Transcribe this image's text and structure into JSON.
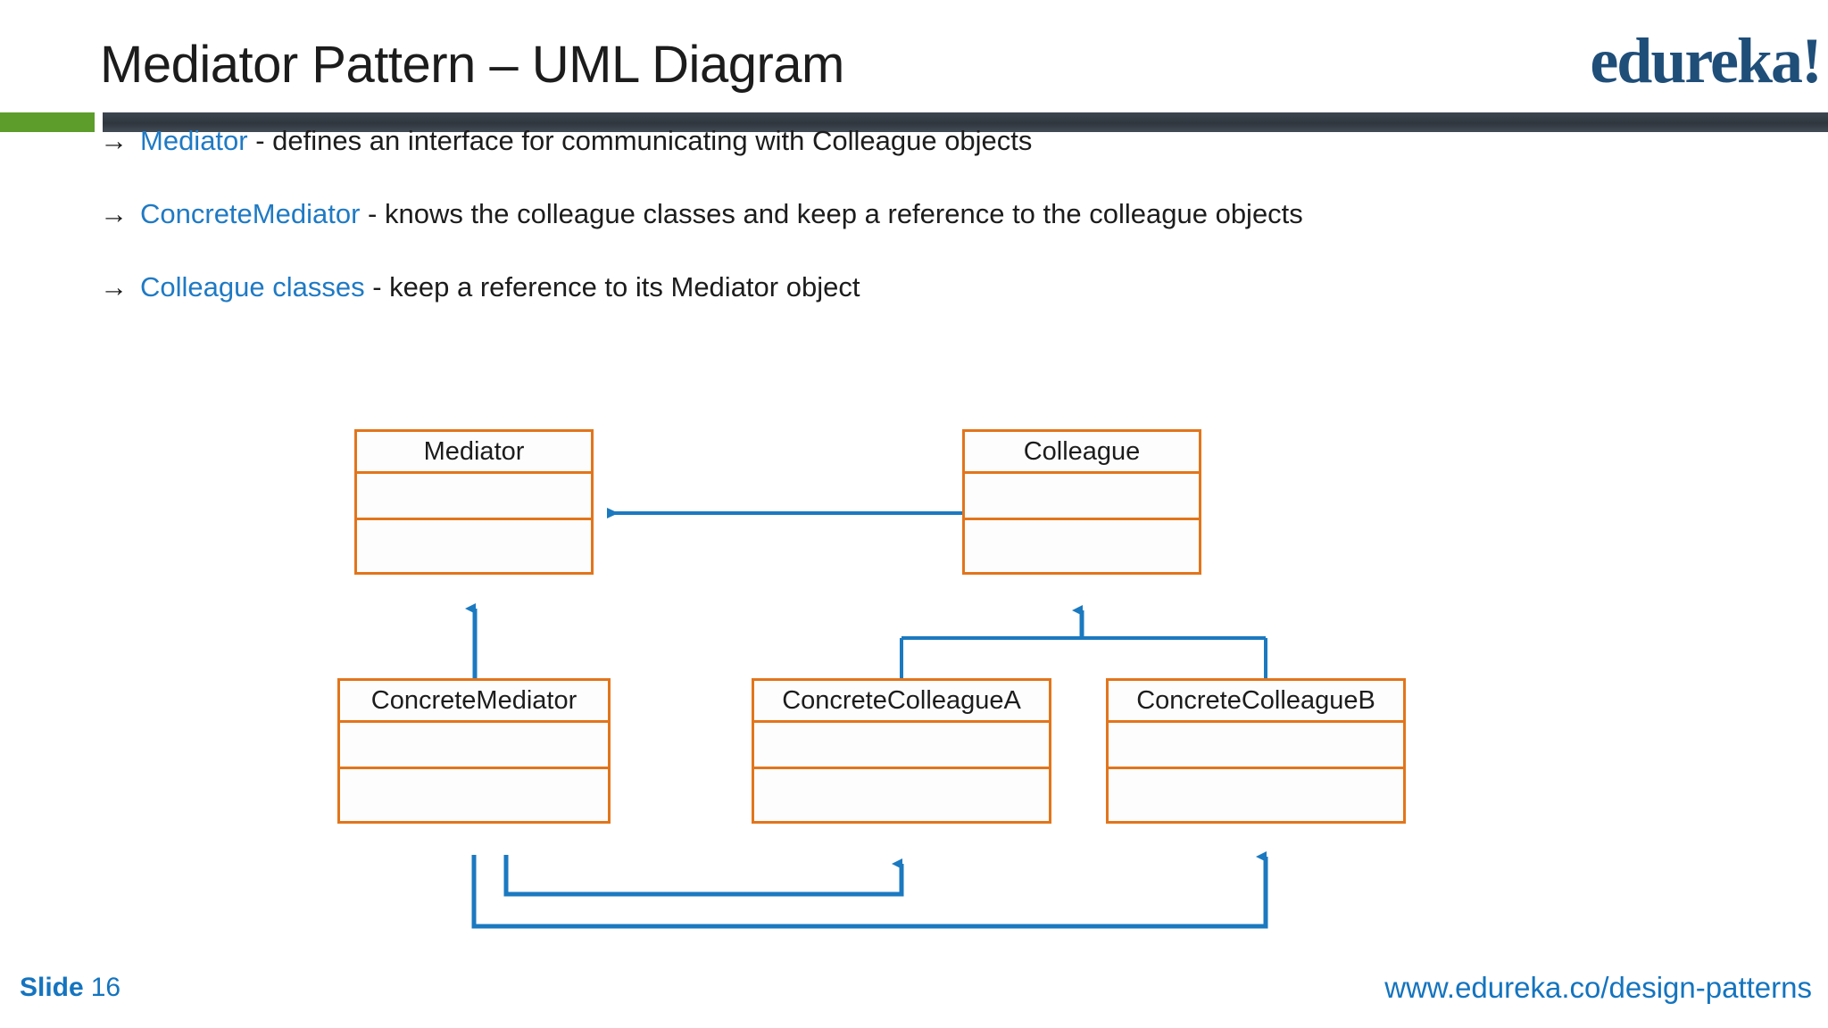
{
  "header": {
    "title": "Mediator Pattern – UML Diagram",
    "brand": "edureka!",
    "accent_green": "#5d9d2b",
    "accent_dark": "#333b44",
    "brand_color": "#1f4e79"
  },
  "bullets": [
    {
      "arrow": "→",
      "term": "Mediator",
      "desc": "- defines an interface for communicating with Colleague objects"
    },
    {
      "arrow": "→",
      "term": "ConcreteMediator",
      "desc": "- knows the colleague classes and keep a reference to the colleague objects"
    },
    {
      "arrow": "→",
      "term": "Colleague classes",
      "desc": "- keep a reference to its Mediator object"
    }
  ],
  "diagram": {
    "type": "uml-class-diagram",
    "box_border_color": "#e2751b",
    "connector_color": "#1b79c0",
    "classes": [
      {
        "id": "mediator",
        "name": "Mediator"
      },
      {
        "id": "colleague",
        "name": "Colleague"
      },
      {
        "id": "concrete-mediator",
        "name": "ConcreteMediator"
      },
      {
        "id": "concrete-colleague-a",
        "name": "ConcreteColleagueA"
      },
      {
        "id": "concrete-colleague-b",
        "name": "ConcreteColleagueB"
      }
    ],
    "relationships": [
      {
        "from": "colleague",
        "to": "mediator",
        "kind": "association"
      },
      {
        "from": "concrete-mediator",
        "to": "mediator",
        "kind": "generalization"
      },
      {
        "from": "concrete-colleague-a",
        "to": "colleague",
        "kind": "generalization"
      },
      {
        "from": "concrete-colleague-b",
        "to": "colleague",
        "kind": "generalization"
      },
      {
        "from": "concrete-mediator",
        "to": "concrete-colleague-a",
        "kind": "association"
      },
      {
        "from": "concrete-mediator",
        "to": "concrete-colleague-b",
        "kind": "association"
      }
    ]
  },
  "footer": {
    "slide_word": "Slide",
    "slide_number": "16",
    "url": "www.edureka.co/design-patterns",
    "color": "#1474bf"
  }
}
